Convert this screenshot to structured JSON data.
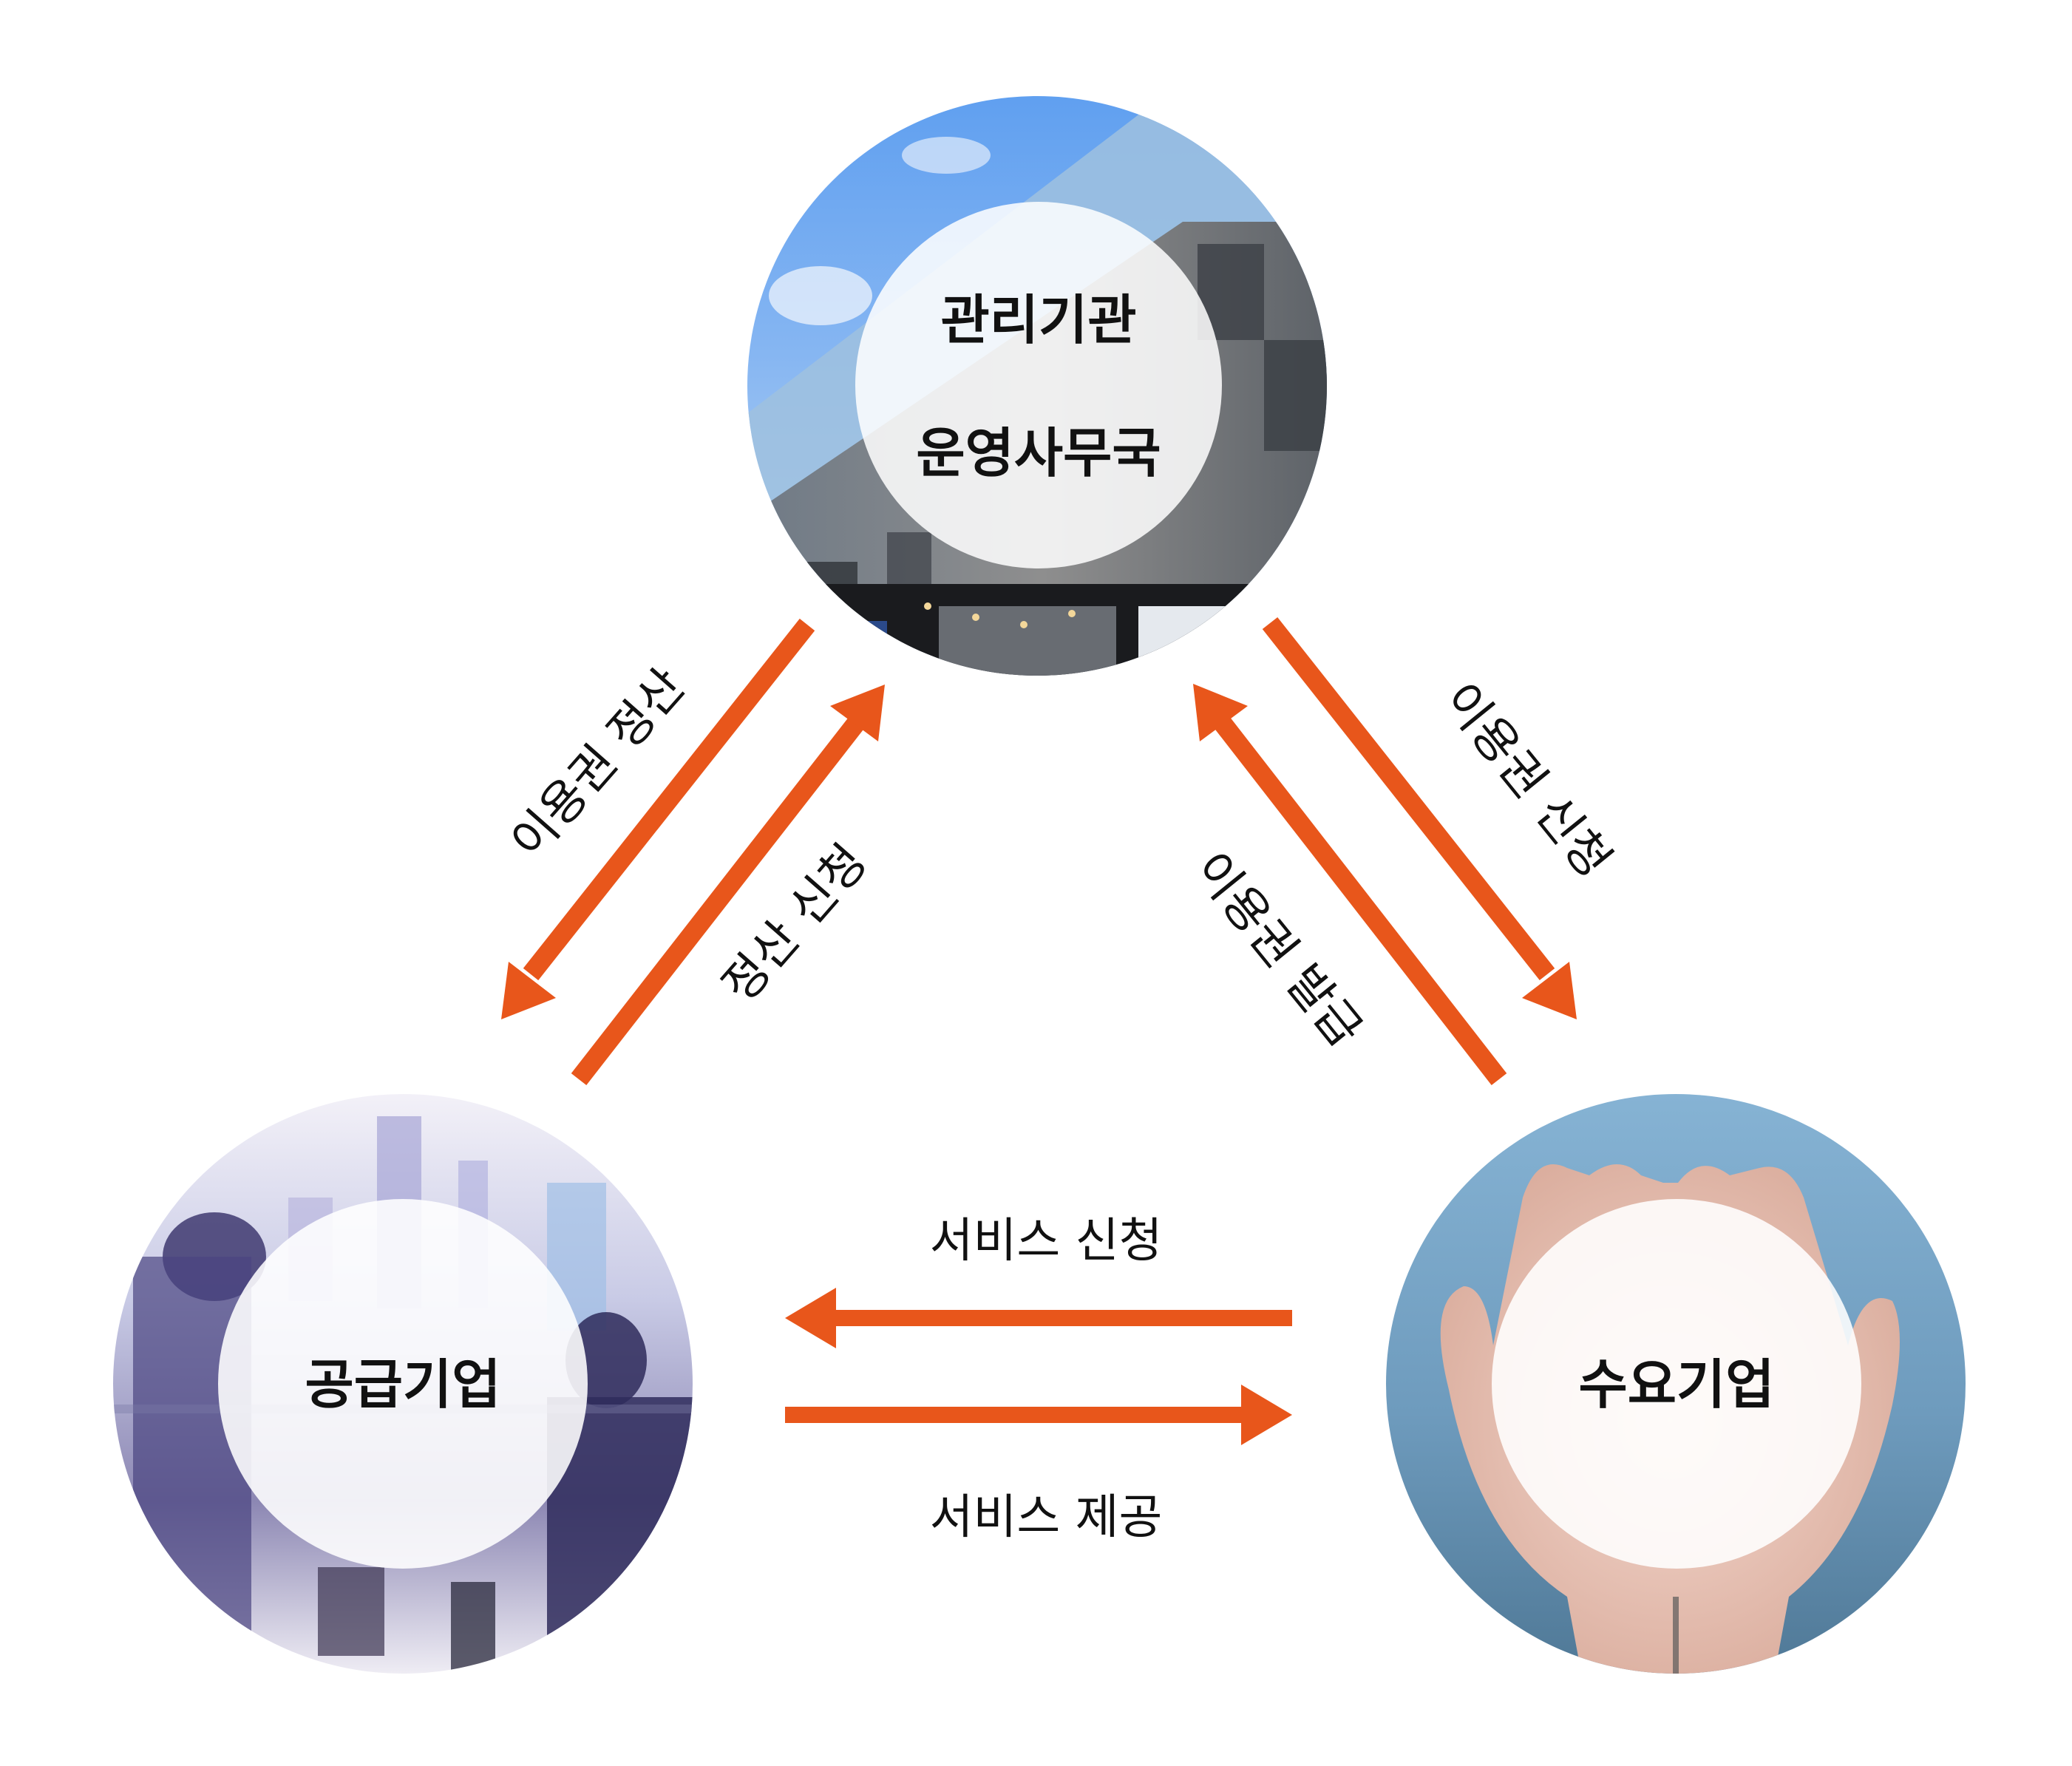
{
  "diagram": {
    "accent_color": "#E8561B",
    "text_color": "#111111",
    "nodes": {
      "top": {
        "line1": "관리기관",
        "line2": "운영사무국",
        "image_theme": "building-facade-sky"
      },
      "left": {
        "label": "공급기업",
        "image_theme": "business-people-cityscape"
      },
      "right": {
        "label": "수요기업",
        "image_theme": "open-cupped-hands"
      }
    },
    "edges": {
      "top_to_left": {
        "label": "이용권 정산",
        "direction": "top → left (down-left)"
      },
      "left_to_top": {
        "label": "정산 신청",
        "direction": "left → top (up-right)"
      },
      "right_to_top": {
        "label": "이용권 발급",
        "direction": "right → top (up-left)"
      },
      "top_to_right": {
        "label": "이용권 신청",
        "direction": "top → right (down-right)"
      },
      "right_to_left": {
        "label": "서비스 신청",
        "direction": "right → left"
      },
      "left_to_right": {
        "label": "서비스 제공",
        "direction": "left → right"
      }
    }
  }
}
